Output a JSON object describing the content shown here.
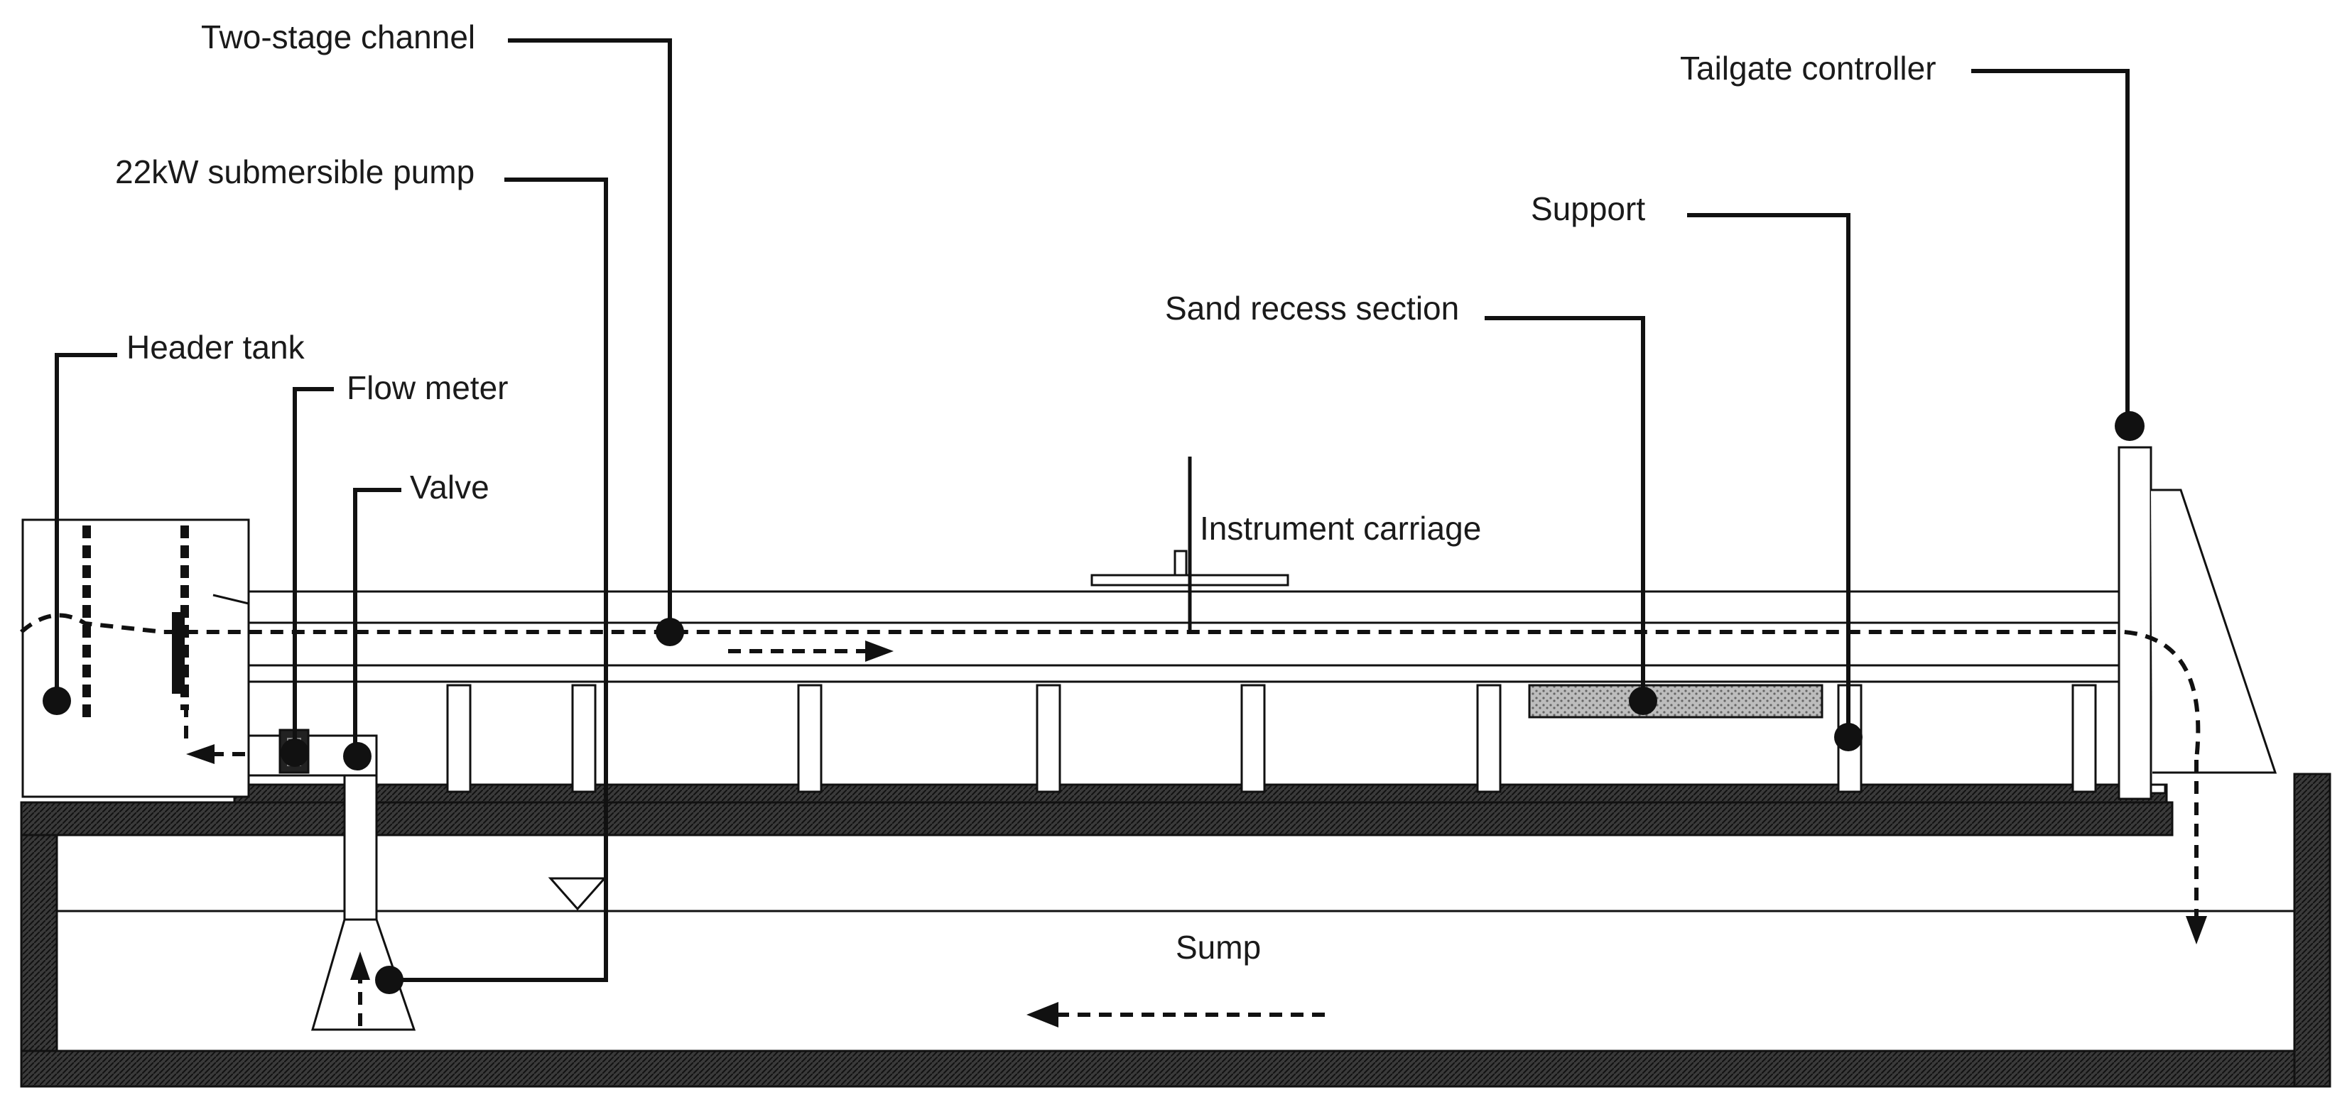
{
  "labels": {
    "two_stage_channel": "Two-stage channel",
    "pump": "22kW submersible pump",
    "header_tank": "Header tank",
    "flow_meter": "Flow meter",
    "valve": "Valve",
    "instrument_carriage": "Instrument carriage",
    "sand_recess": "Sand recess section",
    "support": "Support",
    "tailgate": "Tailgate controller",
    "sump": "Sump"
  },
  "colors": {
    "line": "#111111",
    "floor_hatch": "#2a2a2a",
    "sand": "#9a9a9a",
    "background": "#ffffff"
  }
}
